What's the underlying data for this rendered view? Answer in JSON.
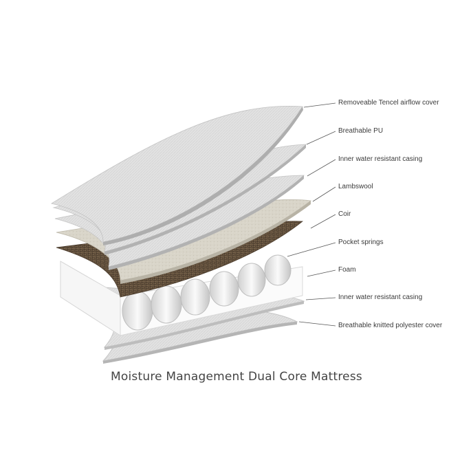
{
  "title": "Moisture Management Dual Core Mattress",
  "layers": [
    {
      "label": "Removeable Tencel airflow cover"
    },
    {
      "label": "Breathable PU"
    },
    {
      "label": "Inner water resistant casing"
    },
    {
      "label": "Lambswool"
    },
    {
      "label": "Coir"
    },
    {
      "label": "Pocket springs"
    },
    {
      "label": "Foam"
    },
    {
      "label": "Inner water resistant casing"
    },
    {
      "label": "Breathable knitted polyester cover"
    }
  ],
  "colors": {
    "sheet_light": "#e9e9e9",
    "sheet_mid": "#d4d4d4",
    "sheet_dark": "#b9b9b9",
    "lambswool": "#d8d4c8",
    "coir": "#5a4a3a",
    "foam": "#f4f4f4",
    "leader_line": "#555555"
  }
}
